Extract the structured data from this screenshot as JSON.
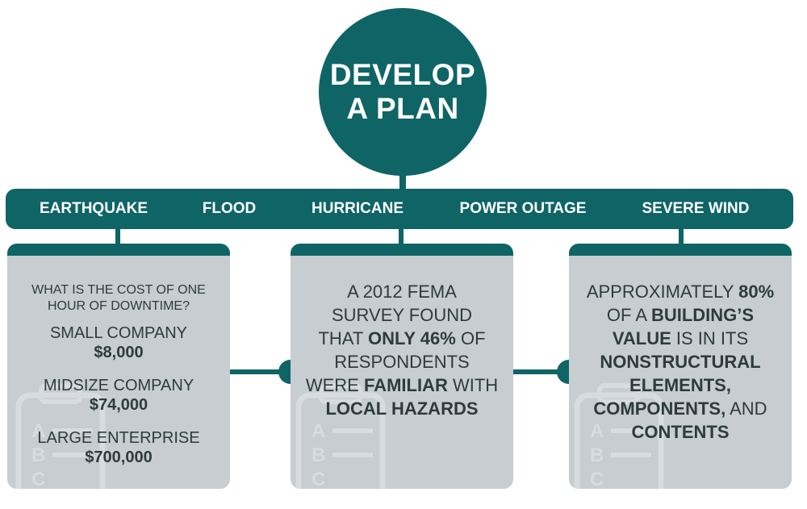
{
  "title": {
    "line1": "DEVELOP",
    "line2": "A PLAN"
  },
  "hazards": [
    "EARTHQUAKE",
    "FLOOD",
    "HURRICANE",
    "POWER OUTAGE",
    "SEVERE WIND"
  ],
  "panel_cost": {
    "question_line1": "WHAT IS THE COST OF ONE",
    "question_line2": "HOUR OF DOWNTIME?",
    "small_label": "SMALL COMPANY",
    "small_value": "$8,000",
    "midsize_label": "MIDSIZE COMPANY",
    "midsize_value": "$74,000",
    "large_label": "LARGE ENTERPRISE",
    "large_value": "$700,000"
  },
  "panel_fema": {
    "line1": "A 2012 FEMA",
    "line2": "SURVEY FOUND",
    "line3_a": "THAT ",
    "line3_b": "ONLY 46%",
    "line3_c": " OF",
    "line4": "RESPONDENTS",
    "line5_a": "WERE ",
    "line5_b": "FAMILIAR",
    "line5_c": " WITH",
    "line6": "LOCAL HAZARDS"
  },
  "panel_value": {
    "line1_a": "APPROXIMATELY ",
    "line1_b": "80%",
    "line2_a": "OF A ",
    "line2_b": "BUILDING’S",
    "line3_a": "VALUE",
    "line3_b": " IS IN ITS",
    "line4": "NONSTRUCTURAL",
    "line5": "ELEMENTS,",
    "line6_a": "COMPONENTS,",
    "line6_b": " AND",
    "line7": "CONTENTS"
  },
  "icons": {
    "watermark": "clipboard-abc-icon"
  },
  "colors": {
    "teal": "#0f6466",
    "panel": "#c7cdd1",
    "text": "#2e3b3d"
  }
}
